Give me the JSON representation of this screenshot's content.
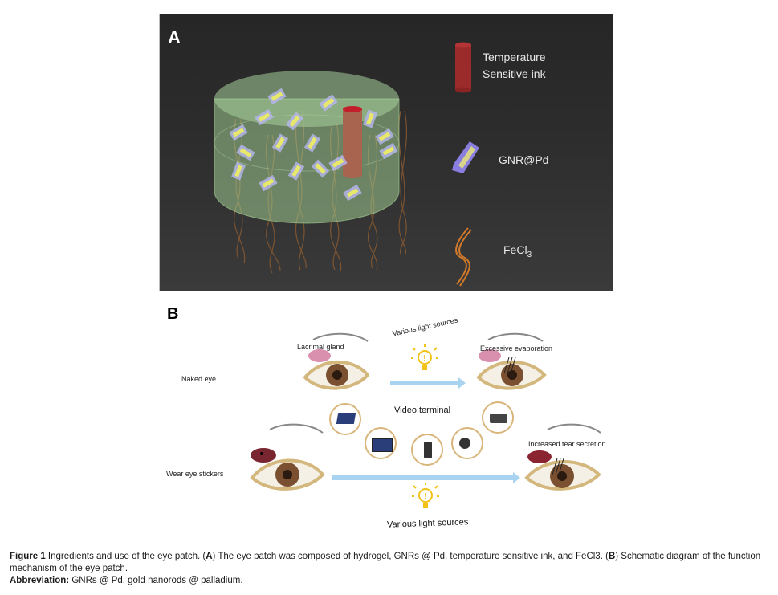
{
  "panel_a": {
    "letter": "A",
    "legend": [
      {
        "icon": "red-cylinder-icon",
        "line1": "Temperature",
        "line2": "Sensitive ink",
        "color": "#9b2a2a"
      },
      {
        "icon": "gold-nanorod-icon",
        "label": "GNR@Pd",
        "color": "#8a7ee0"
      },
      {
        "icon": "ferric-chloride-strand-icon",
        "label_main": "FeCl",
        "label_sub": "3",
        "color": "#d27a2a"
      }
    ],
    "hydrogel_color": "#9fc98f",
    "background_color": "#2b2b2b"
  },
  "panel_b": {
    "letter": "B",
    "row_labels": {
      "naked": "Naked eye",
      "stickers": "Wear eye stickers"
    },
    "labels": {
      "lacrimal_gland": "Lacrimal gland",
      "excessive_evaporation": "Excessive evaporation",
      "increased_tear": "Increased tear secretion",
      "light_top": "Various light sources",
      "light_bottom": "Various light sources",
      "video_terminal": "Video terminal"
    },
    "devices": [
      "laptop-icon",
      "tablet-icon",
      "smartphone-icon",
      "video-camera-icon",
      "camera-icon"
    ],
    "arrow_color": "#a8d4f2",
    "bulb_color": "#f2c21b"
  },
  "caption": {
    "figure_label": "Figure 1",
    "text_1": " Ingredients and use of the eye patch. (",
    "a": "A",
    "text_2": ") The eye patch was composed of hydrogel, GNRs @ Pd, temperature sensitive ink, and FeCl3. (",
    "b": "B",
    "text_3": ") Schematic diagram of the function mechanism of the eye patch.",
    "abbrev_label": "Abbreviation:",
    "abbrev_text": " GNRs @ Pd, gold nanorods @ palladium."
  }
}
